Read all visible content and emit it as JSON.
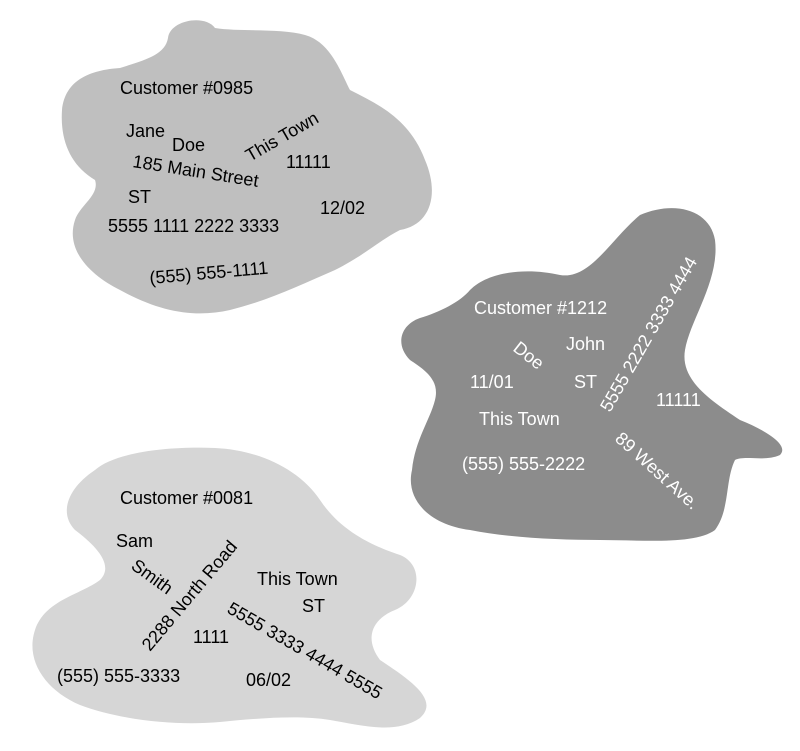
{
  "colors": {
    "blob_a": "#bfbfbf",
    "blob_b": "#8c8c8c",
    "blob_c": "#d6d6d6",
    "text_dark": "#000000",
    "text_light": "#ffffff"
  },
  "blobs": [
    {
      "id": "customer-0985",
      "customer": "Customer #0985",
      "first_name": "Jane",
      "last_name": "Doe",
      "street": "185 Main Street",
      "street_type": "ST",
      "town": "This Town",
      "zip": "11111",
      "card": "5555 1111 2222 3333",
      "expiry": "12/02",
      "phone": "(555) 555-1111"
    },
    {
      "id": "customer-1212",
      "customer": "Customer #1212",
      "first_name": "John",
      "last_name": "Doe",
      "street": "89 West Ave.",
      "street_type": "ST",
      "town": "This Town",
      "zip": "11111",
      "card": "5555 2222 3333 4444",
      "expiry": "11/01",
      "phone": "(555) 555-2222"
    },
    {
      "id": "customer-0081",
      "customer": "Customer #0081",
      "first_name": "Sam",
      "last_name": "Smith",
      "street": "2288 North Road",
      "street_type": "ST",
      "town": "This Town",
      "zip": "1111",
      "card": "5555 3333 4444 5555",
      "expiry": "06/02",
      "phone": "(555) 555-3333"
    }
  ]
}
